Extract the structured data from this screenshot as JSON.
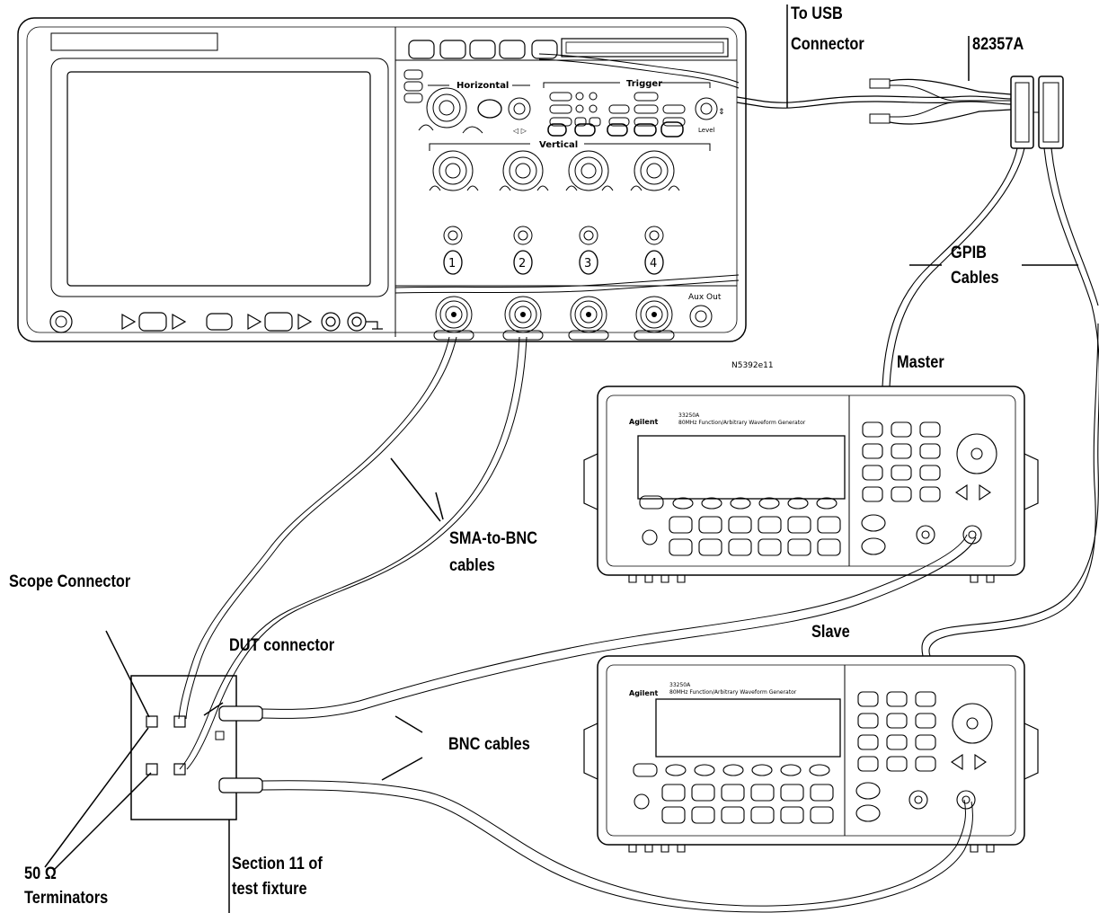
{
  "labels": {
    "to_usb_connector_line1": "To USB",
    "to_usb_connector_line2": "Connector",
    "adapter_model": "82357A",
    "gpib_cables_line1": "GPIB",
    "gpib_cables_line2": "Cables",
    "master": "Master",
    "slave": "Slave",
    "sma_to_bnc_line1": "SMA-to-BNC",
    "sma_to_bnc_line2": "cables",
    "scope_connector": "Scope Connector",
    "dut_connector": "DUT connector",
    "bnc_cables": "BNC cables",
    "terminators_line1": "50 Ω",
    "terminators_line2": "Terminators",
    "section11_line1": "Section 11 of",
    "section11_line2": "test fixture",
    "figure_id": "N5392e11"
  },
  "oscilloscope": {
    "horizontal_label": "Horizontal",
    "trigger_label": "Trigger",
    "vertical_label": "Vertical",
    "aux_out_label": "Aux Out",
    "level_label": "Level",
    "channels": [
      "1",
      "2",
      "3",
      "4"
    ]
  },
  "generators": {
    "brand": "Agilent",
    "model": "33250A",
    "description": "80MHz Function/Arbitrary Waveform Generator"
  },
  "colors": {
    "line": "#000000",
    "background": "#ffffff"
  }
}
